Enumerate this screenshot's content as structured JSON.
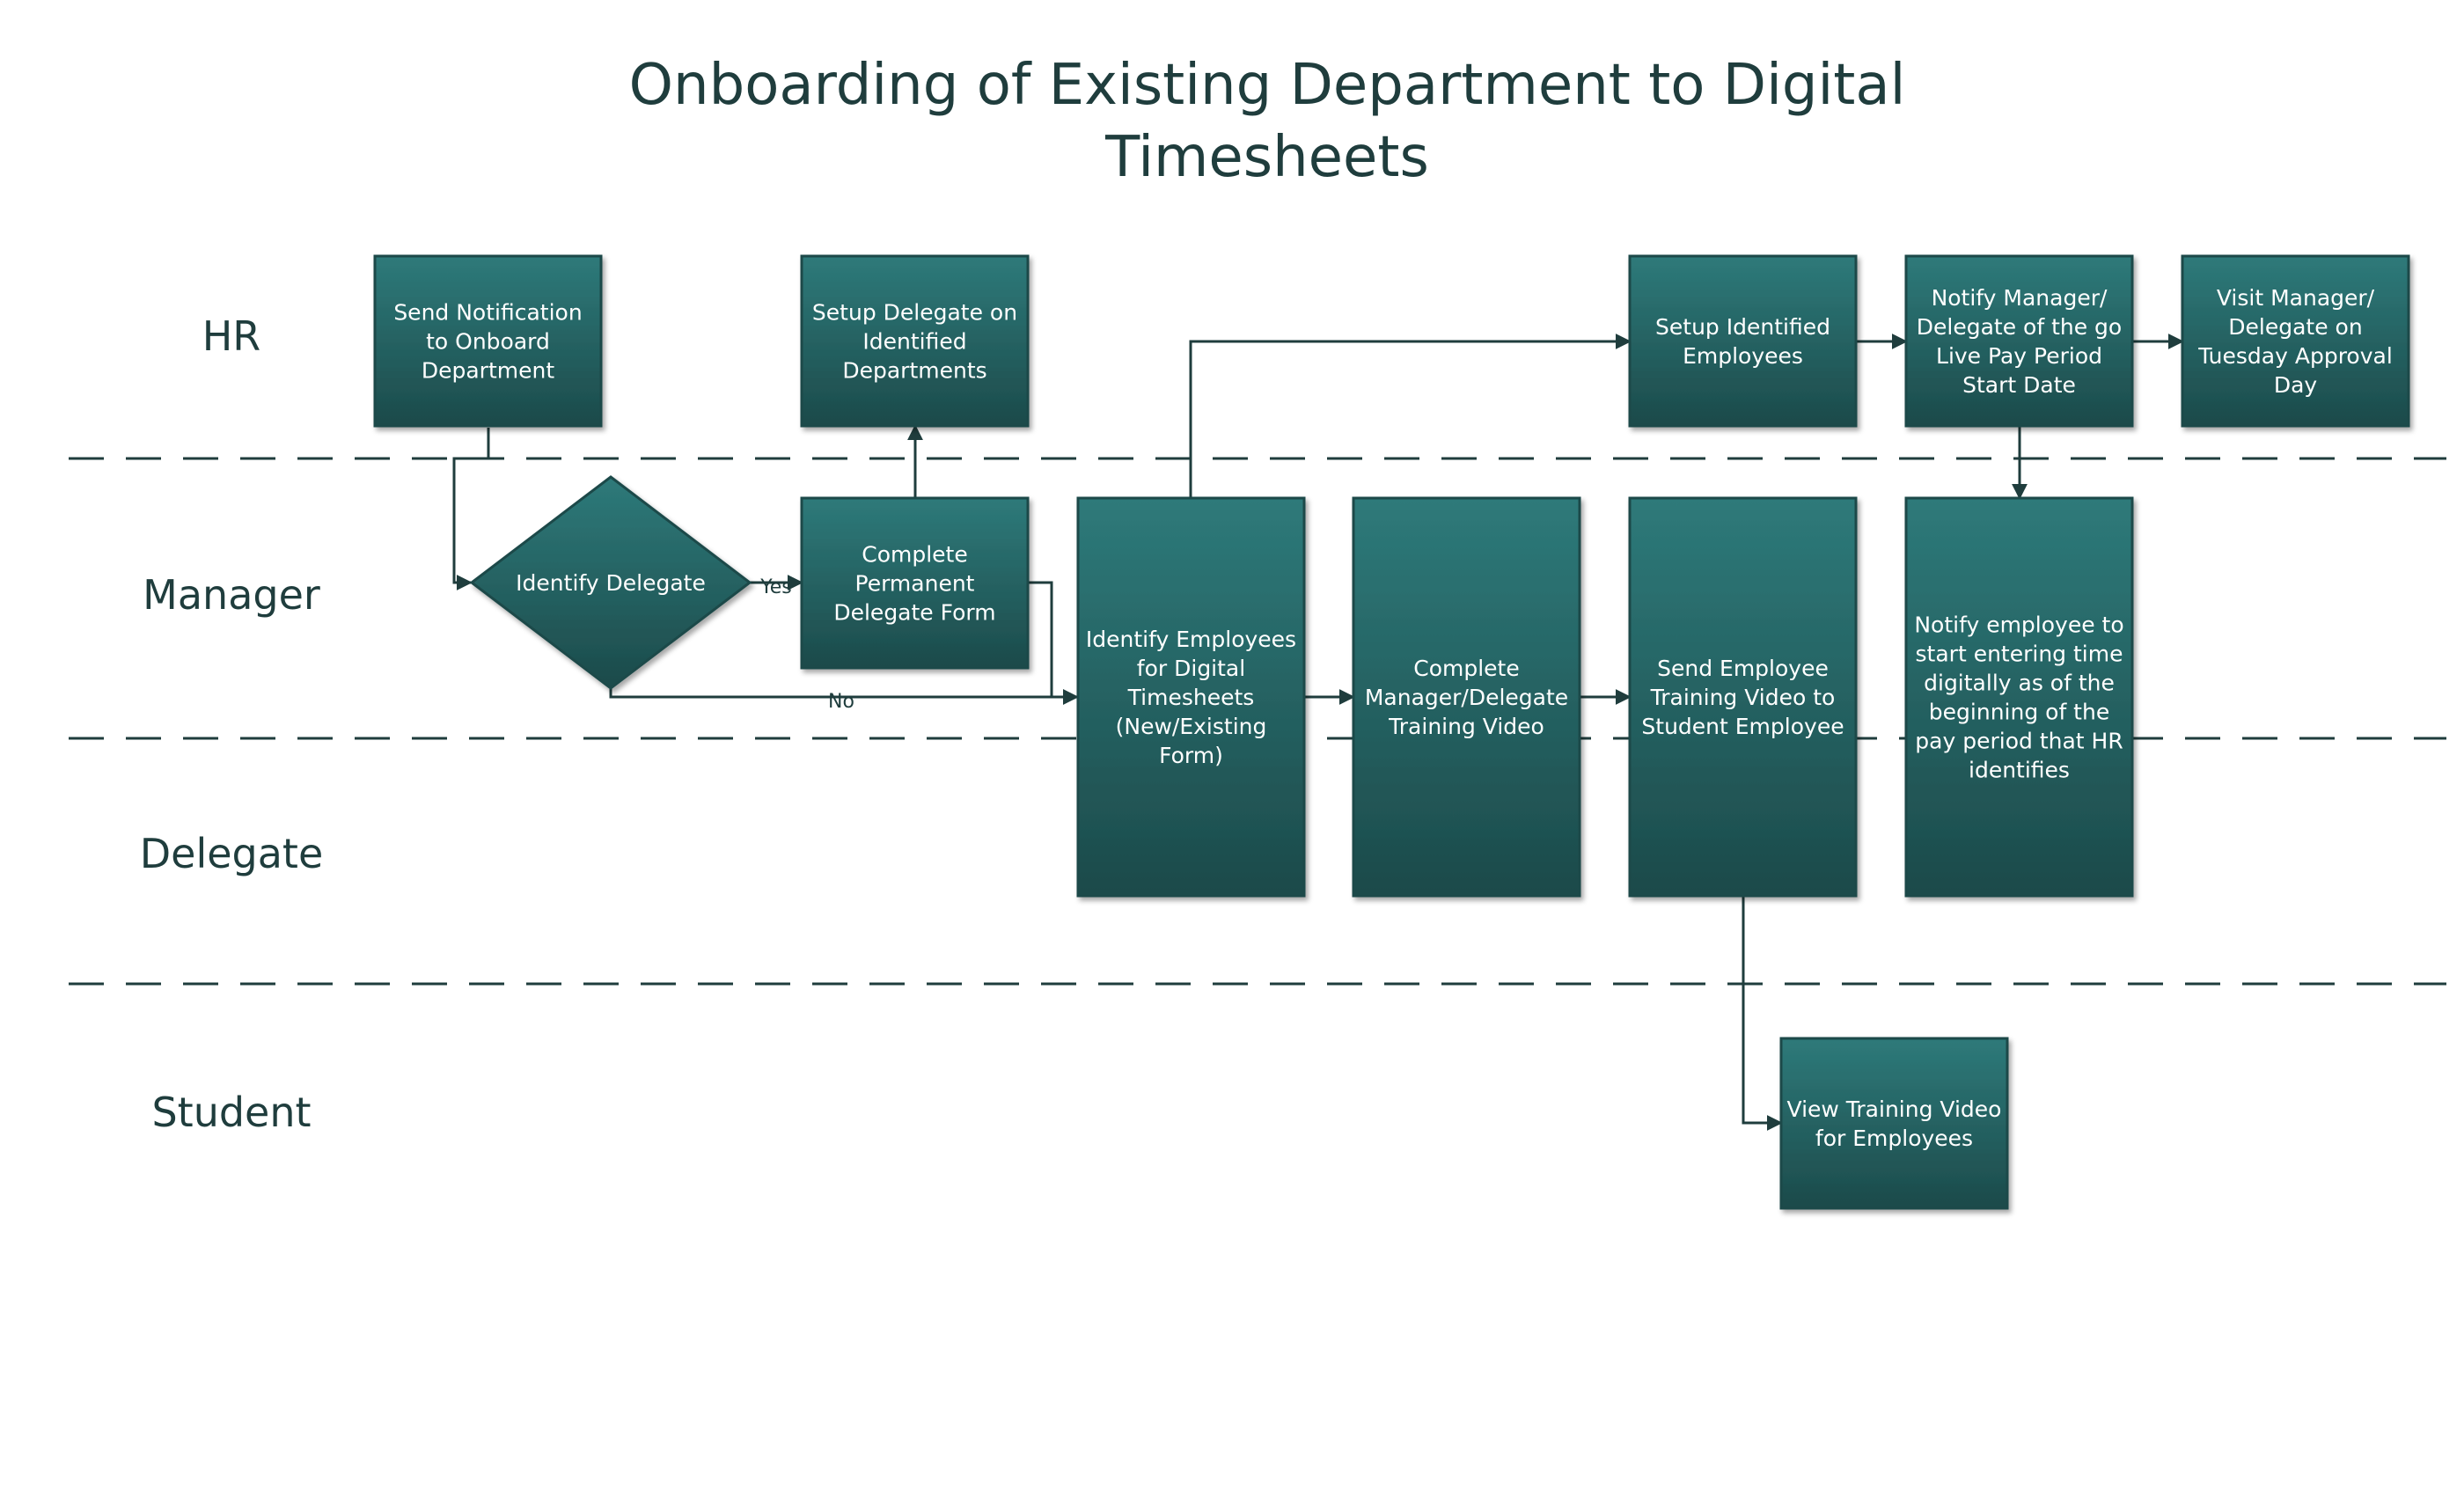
{
  "title": {
    "line1": "Onboarding of Existing Department to Digital",
    "line2": "Timesheets"
  },
  "lanes": {
    "hr": "HR",
    "manager": "Manager",
    "delegate": "Delegate",
    "student": "Student"
  },
  "nodes": {
    "send_notification": [
      "Send Notification",
      "to Onboard",
      "Department"
    ],
    "setup_delegate": [
      "Setup Delegate on",
      "Identified",
      "Departments"
    ],
    "setup_employees": [
      "Setup Identified",
      "Employees"
    ],
    "notify_manager_golive": [
      "Notify Manager/",
      "Delegate of the go",
      "Live Pay Period",
      "Start Date"
    ],
    "visit_manager": [
      "Visit Manager/",
      "Delegate on",
      "Tuesday Approval",
      "Day"
    ],
    "identify_delegate": [
      "Identify Delegate"
    ],
    "complete_form": [
      "Complete",
      "Permanent",
      "Delegate Form"
    ],
    "identify_employees": [
      "Identify Employees",
      "for Digital",
      "Timesheets",
      "(New/Existing",
      "Form)"
    ],
    "complete_training": [
      "Complete",
      "Manager/Delegate",
      "Training Video"
    ],
    "send_training": [
      "Send Employee",
      "Training Video to",
      "Student Employee"
    ],
    "notify_employee": [
      "Notify employee to",
      "start entering time",
      "digitally as of the",
      "beginning of the",
      "pay period that HR",
      "identifies"
    ],
    "view_training": [
      "View Training Video",
      "for Employees"
    ]
  },
  "edge_labels": {
    "yes": "Yes",
    "no": "No"
  },
  "colors": {
    "box_top": "#2e7a7a",
    "box_bottom": "#1c4a4a",
    "line": "#1f3d3d",
    "text_dark": "#1f3d3d"
  }
}
